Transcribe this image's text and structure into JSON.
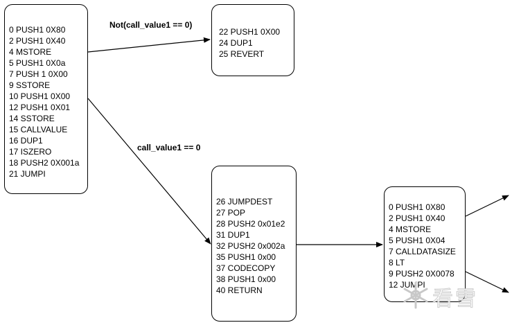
{
  "nodes": {
    "block_a": [
      "0 PUSH1 0X80",
      "2 PUSH1 0X40",
      "4 MSTORE",
      "5 PUSH1 0X0a",
      "7 PUSH 1 0X00",
      "9 SSTORE",
      "10 PUSH1 0X00",
      "12 PUSH1 0X01",
      "14 SSTORE",
      "15 CALLVALUE",
      "16 DUP1",
      "17 ISZERO",
      "18 PUSH2 0X001a",
      "21 JUMPI"
    ],
    "block_b": [
      "22 PUSH1 0X00",
      "24 DUP1",
      "25 REVERT"
    ],
    "block_c": [
      "26 JUMPDEST",
      "27 POP",
      "28 PUSH2 0x01e2",
      "31 DUP1",
      "32 PUSH2 0x002a",
      "35 PUSH1 0x00",
      "37 CODECOPY",
      "38 PUSH1 0x00",
      "40 RETURN"
    ],
    "block_d": [
      "0 PUSH1 0X80",
      "2 PUSH1 0X40",
      "4 MSTORE",
      "5 PUSH1 0X04",
      "7 CALLDATASIZE",
      "8 LT",
      "9 PUSH2 0X0078",
      "12 JUMPI"
    ]
  },
  "edges": {
    "not_zero_label": "Not(call_value1 == 0)",
    "zero_label": "call_value1 == 0"
  },
  "watermark": {
    "text": "看雪"
  },
  "colors": {
    "stroke": "#000000",
    "watermark": "#c8c8c8"
  }
}
